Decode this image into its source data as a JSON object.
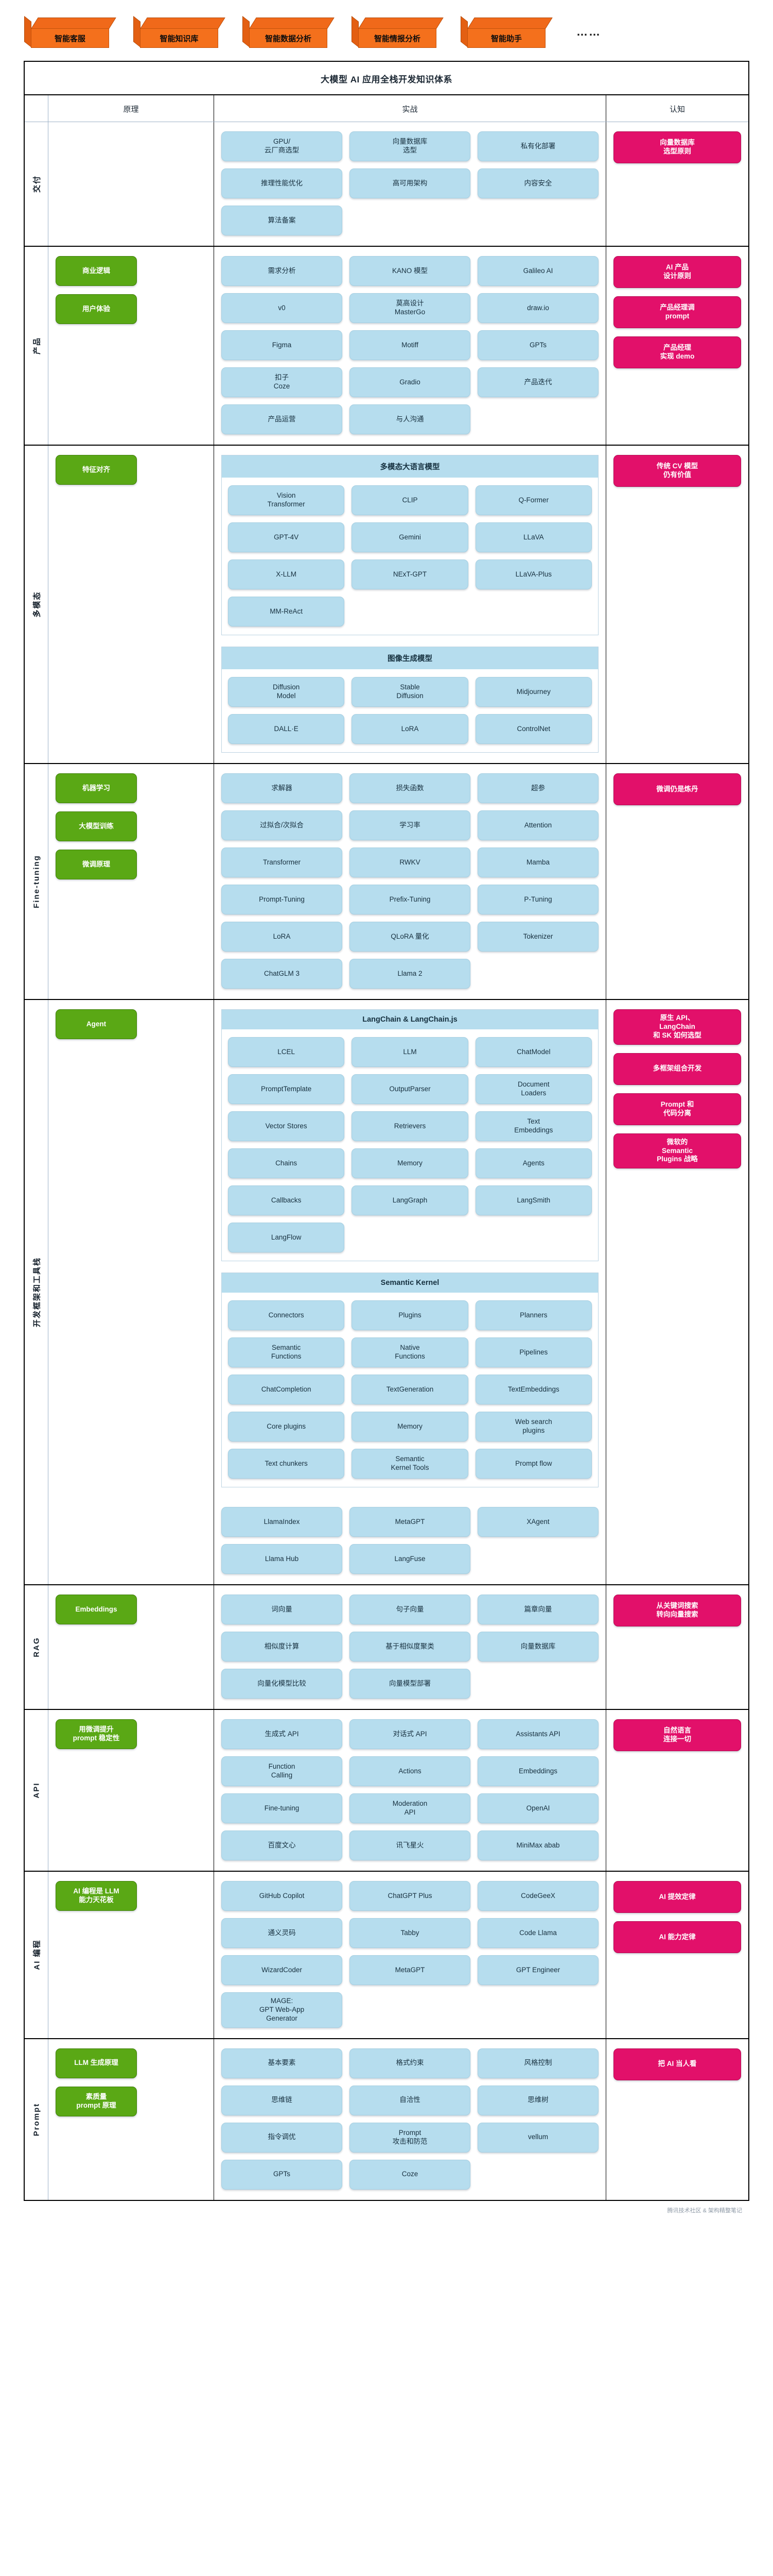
{
  "header": {
    "cubes": [
      "智能客服",
      "智能知识库",
      "智能数据分析",
      "智能情报分析",
      "智能助手"
    ],
    "ellipsis": "……"
  },
  "board": {
    "title": "大模型 AI 应用全栈开发知识体系",
    "columns": {
      "rail": "",
      "principle": "原理",
      "practice": "实战",
      "cognition": "认知"
    }
  },
  "colors": {
    "blue_chip": "#b6ddee",
    "green_chip": "#5aa815",
    "pink_chip": "#e2106a",
    "cube_orange": "#f4701c"
  },
  "rows": [
    {
      "rail": "交付",
      "principle": [],
      "practice": [
        "GPU/\n云厂商选型",
        "向量数据库\n选型",
        "私有化部署",
        "推理性能优化",
        "高可用架构",
        "内容安全",
        "算法备案"
      ],
      "cognition": [
        "向量数据库\n选型原则"
      ]
    },
    {
      "rail": "产品",
      "principle": [
        "商业逻辑",
        "用户体验"
      ],
      "practice": [
        "需求分析",
        "KANO 模型",
        "Galileo AI",
        "v0",
        "莫高设计\nMasterGo",
        "draw.io",
        "Figma",
        "Motiff",
        "GPTs",
        "扣子\nCoze",
        "Gradio",
        "产品迭代",
        "产品运营",
        "与人沟通"
      ],
      "cognition": [
        "AI 产品\n设计原则",
        "产品经理调\nprompt",
        "产品经理\n实现 demo"
      ]
    },
    {
      "rail": "多模态",
      "principle": [
        "特征对齐"
      ],
      "groups": [
        {
          "title": "多模态大语言模型",
          "chips": [
            "Vision\nTransformer",
            "CLIP",
            "Q-Former",
            "GPT-4V",
            "Gemini",
            "LLaVA",
            "X-LLM",
            "NExT-GPT",
            "LLaVA-Plus",
            "MM-ReAct"
          ]
        },
        {
          "title": "图像生成模型",
          "chips": [
            "Diffusion\nModel",
            "Stable\nDiffusion",
            "Midjourney",
            "DALL·E",
            "LoRA",
            "ControlNet"
          ]
        }
      ],
      "cognition": [
        "传统 CV 模型\n仍有价值"
      ]
    },
    {
      "rail": "Fine-tuning",
      "principle": [
        "机器学习",
        "大模型训练",
        "微调原理"
      ],
      "practice": [
        "求解器",
        "损失函数",
        "超参",
        "过拟合/次拟合",
        "学习率",
        "Attention",
        "Transformer",
        "RWKV",
        "Mamba",
        "Prompt-Tuning",
        "Prefix-Tuning",
        "P-Tuning",
        "LoRA",
        "QLoRA 量化",
        "Tokenizer",
        "ChatGLM 3",
        "Llama 2"
      ],
      "cognition": [
        "微调仍是炼丹"
      ]
    },
    {
      "rail": "开发框架和工具栈",
      "principle": [
        "Agent"
      ],
      "groups": [
        {
          "title": "LangChain & LangChain.js",
          "chips": [
            "LCEL",
            "LLM",
            "ChatModel",
            "PromptTemplate",
            "OutputParser",
            "Document\nLoaders",
            "Vector Stores",
            "Retrievers",
            "Text\nEmbeddings",
            "Chains",
            "Memory",
            "Agents",
            "Callbacks",
            "LangGraph",
            "LangSmith",
            "LangFlow"
          ]
        },
        {
          "title": "Semantic Kernel",
          "chips": [
            "Connectors",
            "Plugins",
            "Planners",
            "Semantic\nFunctions",
            "Native\nFunctions",
            "Pipelines",
            "ChatCompletion",
            "TextGeneration",
            "TextEmbeddings",
            "Core plugins",
            "Memory",
            "Web search\nplugins",
            "Text chunkers",
            "Semantic\nKernel Tools",
            "Prompt flow"
          ]
        }
      ],
      "practice_after": [
        "LlamaIndex",
        "MetaGPT",
        "XAgent",
        "Llama Hub",
        "LangFuse"
      ],
      "cognition": [
        "原生 API、\nLangChain\n和 SK 如何选型",
        "多框架组合开发",
        "Prompt 和\n代码分离",
        "微软的\nSemantic\nPlugins 战略"
      ]
    },
    {
      "rail": "RAG",
      "principle": [
        "Embeddings"
      ],
      "practice": [
        "词向量",
        "句子向量",
        "篇章向量",
        "相似度计算",
        "基于相似度聚类",
        "向量数据库",
        "向量化模型比较",
        "向量模型部署"
      ],
      "cognition": [
        "从关键词搜索\n转向向量搜索"
      ]
    },
    {
      "rail": "API",
      "principle": [
        "用微调提升\nprompt 稳定性"
      ],
      "practice": [
        "生成式 API",
        "对话式 API",
        "Assistants API",
        "Function\nCalling",
        "Actions",
        "Embeddings",
        "Fine-tuning",
        "Moderation\nAPI",
        "OpenAI",
        "百度文心",
        "讯飞星火",
        "MiniMax abab"
      ],
      "cognition": [
        "自然语言\n连接一切"
      ]
    },
    {
      "rail": "AI 编程",
      "principle": [
        "AI 编程是 LLM\n能力天花板"
      ],
      "practice": [
        "GitHub Copilot",
        "ChatGPT Plus",
        "CodeGeeX",
        "通义灵码",
        "Tabby",
        "Code Llama",
        "WizardCoder",
        "MetaGPT",
        "GPT Engineer",
        "MAGE:\nGPT Web-App\nGenerator"
      ],
      "cognition": [
        "AI 提效定律",
        "AI 能力定律"
      ]
    },
    {
      "rail": "Prompt",
      "principle": [
        "LLM 生成原理",
        "素质量\nprompt 原理"
      ],
      "practice": [
        "基本要素",
        "格式约束",
        "风格控制",
        "思维链",
        "自洽性",
        "思维树",
        "指令调优",
        "Prompt\n攻击和防范",
        "vellum",
        "GPTs",
        "Coze"
      ],
      "cognition": [
        "把 AI 当人看"
      ]
    }
  ],
  "footer": {
    "watermark": "腾讯技术社区 & 架构精整笔记"
  }
}
